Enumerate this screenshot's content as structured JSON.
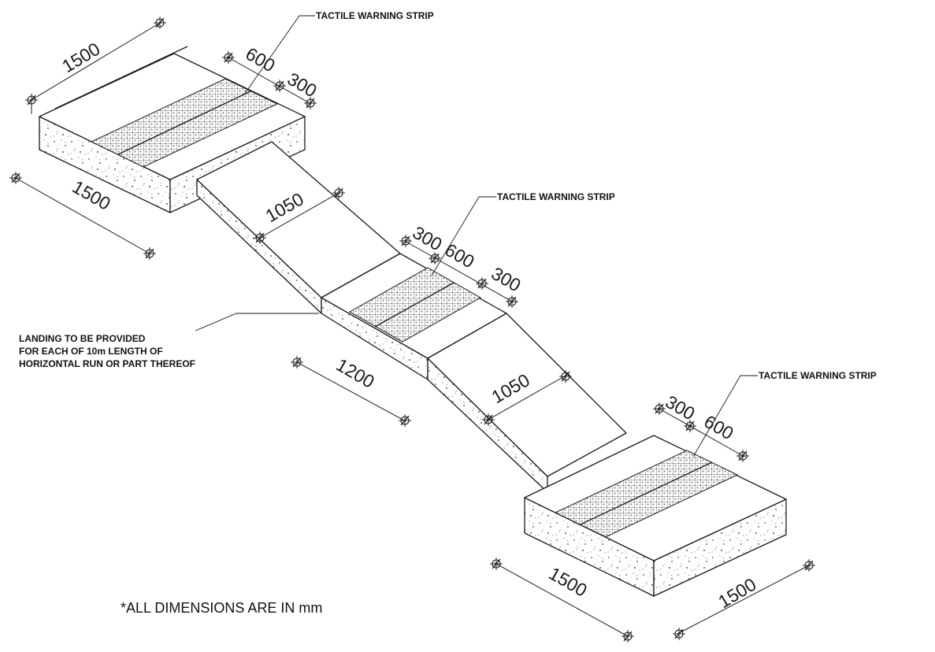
{
  "labels": {
    "tactile_1": "TACTILE WARNING STRIP",
    "tactile_2": "TACTILE WARNING STRIP",
    "tactile_3": "TACTILE WARNING STRIP",
    "landing_line1": "LANDING TO BE PROVIDED",
    "landing_line2": "FOR EACH OF 10m LENGTH OF",
    "landing_line3": "HORIZONTAL RUN OR PART THEREOF",
    "note": "*ALL DIMENSIONS ARE IN mm"
  },
  "dimensions": {
    "top_width": "1500",
    "top_depth": "1500",
    "top_strip": "600",
    "top_strip_offset": "300",
    "ramp1_width": "1050",
    "mid_offset_a": "300",
    "mid_strip": "600",
    "mid_offset_b": "300",
    "landing_length": "1200",
    "ramp2_width": "1050",
    "bot_offset": "300",
    "bot_strip": "600",
    "bot_depth": "1500",
    "bot_width": "1500"
  },
  "colors": {
    "line": "#1a1a1a",
    "background": "#ffffff"
  }
}
